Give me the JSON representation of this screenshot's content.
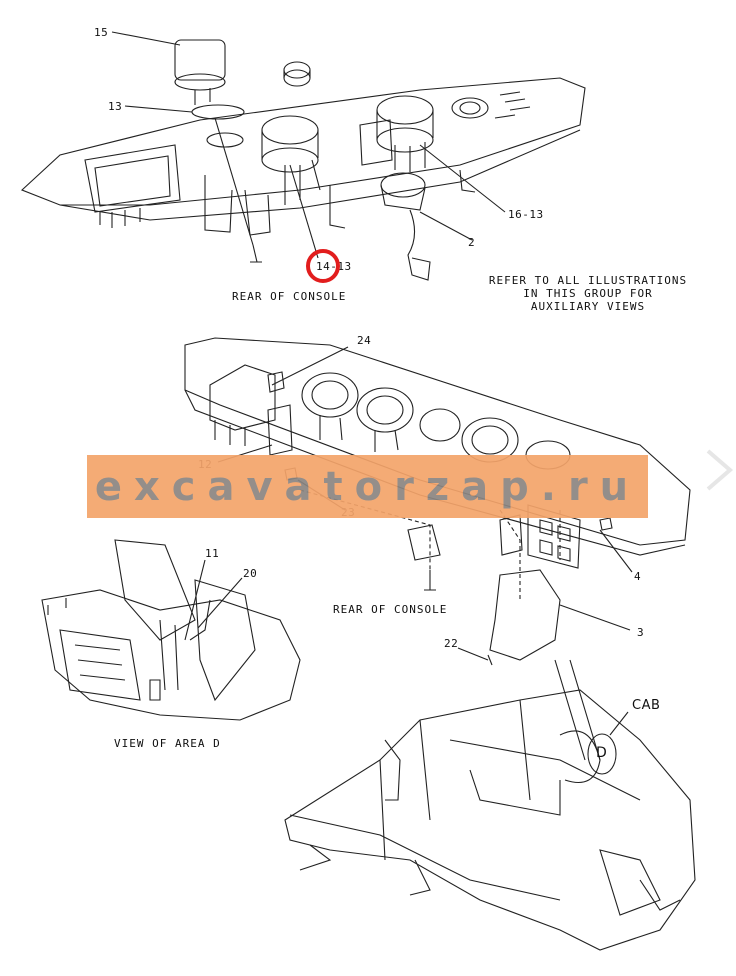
{
  "callouts": {
    "c15": "15",
    "c13": "13",
    "c14_13": "14-13",
    "c16_13": "16-13",
    "c2": "2",
    "c24": "24",
    "c12": "12",
    "c23": "23",
    "c11": "11",
    "c20": "20",
    "c4": "4",
    "c3": "3",
    "c22": "22",
    "cab": "CAB",
    "d": "D"
  },
  "captions": {
    "rear_console_top": "REAR OF CONSOLE",
    "rear_console_mid": "REAR OF CONSOLE",
    "view_area_d": "VIEW OF AREA D"
  },
  "note_lines": [
    "REFER TO ALL ILLUSTRATIONS",
    "IN THIS GROUP FOR",
    "AUXILIARY VIEWS"
  ],
  "watermark": "excavatorzap.ru",
  "colors": {
    "line": "#222222",
    "highlight": "#e21d1d",
    "watermark_band": "#f4a46a",
    "watermark_text": "#8b8581"
  }
}
